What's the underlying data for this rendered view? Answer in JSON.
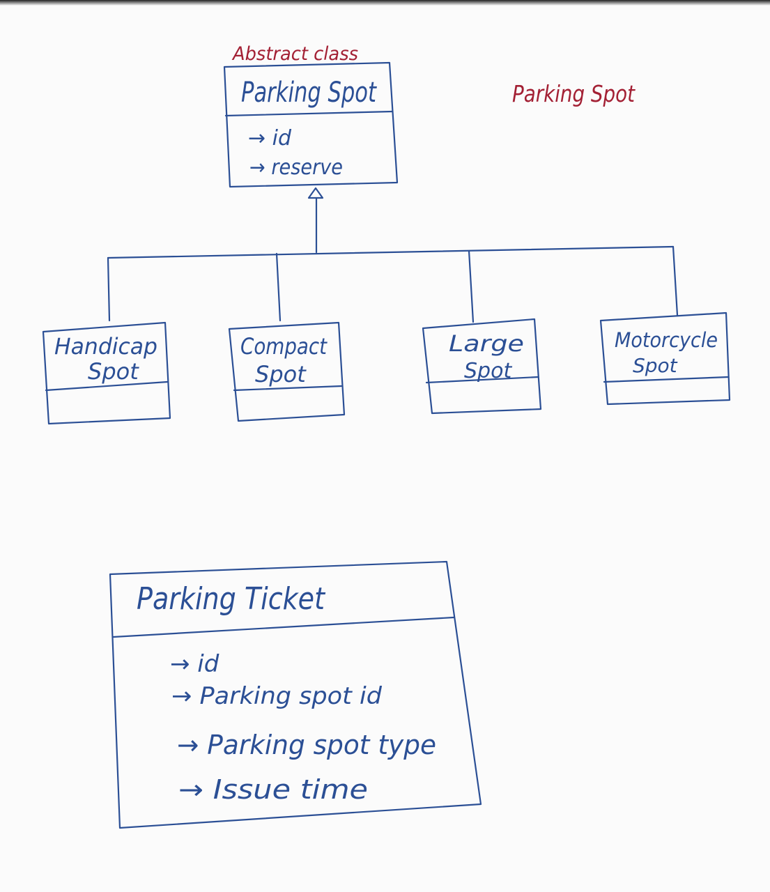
{
  "colors": {
    "ink_blue": "#2b4f95",
    "ink_red": "#a32034",
    "paper": "#fbfbfb"
  },
  "page_note": "Parking Spot",
  "abstract_class": {
    "stereotype": "Abstract class",
    "name": "Parking Spot",
    "attributes": [
      "→ id",
      "→ reserve"
    ]
  },
  "subclasses": [
    {
      "line1": "Handicap",
      "line2": "Spot"
    },
    {
      "line1": "Compact",
      "line2": "Spot"
    },
    {
      "line1": "Large",
      "line2": "Spot"
    },
    {
      "line1": "Motorcycle",
      "line2": "Spot"
    }
  ],
  "ticket_class": {
    "name": "Parking Ticket",
    "attributes": [
      "→ id",
      "→ Parking spot id",
      "→ Parking spot type",
      "→ Issue time"
    ]
  }
}
